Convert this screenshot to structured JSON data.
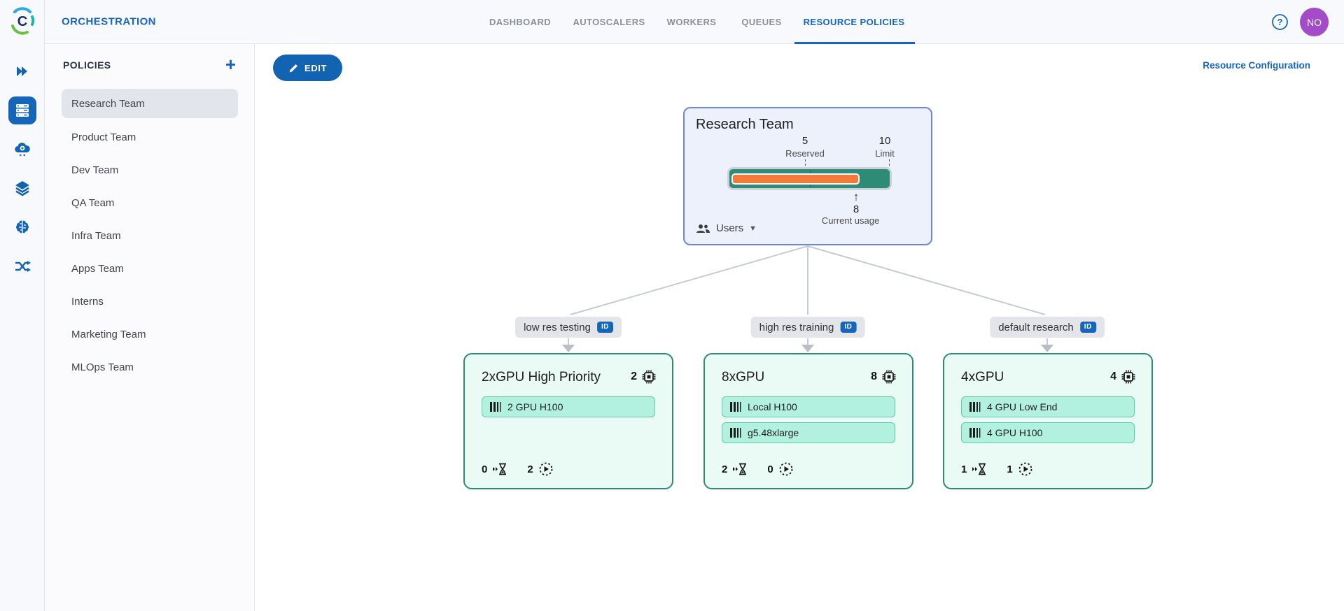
{
  "app": {
    "title": "ORCHESTRATION"
  },
  "nav": {
    "tabs": [
      {
        "label": "DASHBOARD"
      },
      {
        "label": "AUTOSCALERS"
      },
      {
        "label": "WORKERS"
      },
      {
        "label": "QUEUES"
      },
      {
        "label": "RESOURCE POLICIES"
      }
    ],
    "active_tab": "RESOURCE POLICIES",
    "avatar_initials": "NO"
  },
  "rail": {
    "icons": [
      "expand-double-chevron",
      "servers",
      "cloud-gear",
      "layers",
      "brain",
      "workflow-shuffle"
    ],
    "active_icon": "servers"
  },
  "policies_panel": {
    "title": "POLICIES",
    "add_label": "+",
    "items": [
      {
        "label": "Research Team",
        "selected": true
      },
      {
        "label": "Product Team",
        "selected": false
      },
      {
        "label": "Dev Team",
        "selected": false
      },
      {
        "label": "QA Team",
        "selected": false
      },
      {
        "label": "Infra Team",
        "selected": false
      },
      {
        "label": "Apps Team",
        "selected": false
      },
      {
        "label": "Interns",
        "selected": false
      },
      {
        "label": "Marketing Team",
        "selected": false
      },
      {
        "label": "MLOps Team",
        "selected": false
      }
    ]
  },
  "toolbar": {
    "edit_label": "EDIT",
    "resource_configuration_label": "Resource Configuration"
  },
  "root_node": {
    "title": "Research Team",
    "reserved_value": "5",
    "reserved_label": "Reserved",
    "limit_value": "10",
    "limit_label": "Limit",
    "current_value": "8",
    "current_label": "Current usage",
    "users_label": "Users",
    "bar": {
      "reserved": 5,
      "limit": 10,
      "current": 8
    }
  },
  "branches": [
    {
      "chip": "low res testing",
      "badge": "ID",
      "card": {
        "title": "2xGPU High Priority",
        "gpu_count": "2",
        "tags": {
          "0": "2 GPU H100"
        },
        "pending": "0",
        "running": "2"
      }
    },
    {
      "chip": "high res training",
      "badge": "ID",
      "card": {
        "title": "8xGPU",
        "gpu_count": "8",
        "tags": {
          "0": "Local H100",
          "1": "g5.48xlarge"
        },
        "pending": "2",
        "running": "0"
      }
    },
    {
      "chip": "default research",
      "badge": "ID",
      "card": {
        "title": "4xGPU",
        "gpu_count": "4",
        "tags": {
          "0": "4 GPU Low End",
          "1": "4 GPU H100"
        },
        "pending": "1",
        "running": "1"
      }
    }
  ],
  "colors": {
    "accent_blue": "#1565c0",
    "bar_track_teal": "#2e8b76",
    "bar_usage_orange": "#f5793b",
    "root_card_bg": "#edf1fc",
    "root_card_border": "#6e87d9",
    "gpu_card_bg": "#eafaf5",
    "gpu_card_border": "#2e8b76",
    "tag_bg": "#b2f1dd",
    "avatar_purple": "#a44bc9",
    "connector_gray": "#c7cbd5"
  }
}
